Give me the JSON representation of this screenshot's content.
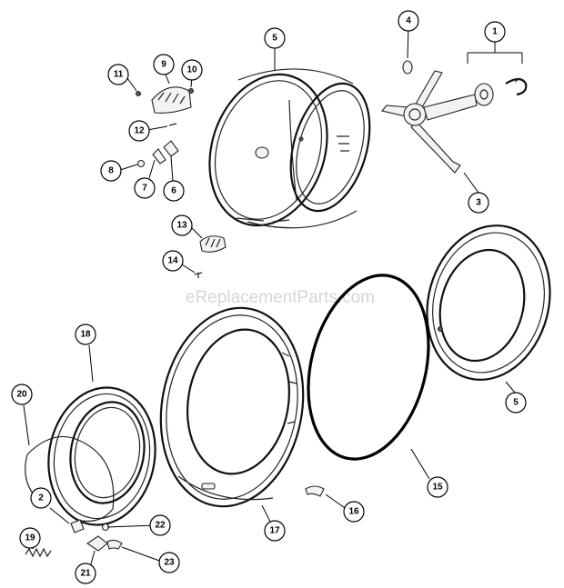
{
  "watermark": "eReplacementParts.com",
  "callouts": [
    {
      "id": "c1",
      "label": "1"
    },
    {
      "id": "c2",
      "label": "2"
    },
    {
      "id": "c3",
      "label": "3"
    },
    {
      "id": "c4",
      "label": "4"
    },
    {
      "id": "c5a",
      "label": "5"
    },
    {
      "id": "c5b",
      "label": "5"
    },
    {
      "id": "c6",
      "label": "6"
    },
    {
      "id": "c7",
      "label": "7"
    },
    {
      "id": "c8",
      "label": "8"
    },
    {
      "id": "c9",
      "label": "9"
    },
    {
      "id": "c10",
      "label": "10"
    },
    {
      "id": "c11",
      "label": "11"
    },
    {
      "id": "c12",
      "label": "12"
    },
    {
      "id": "c13",
      "label": "13"
    },
    {
      "id": "c14",
      "label": "14"
    },
    {
      "id": "c15",
      "label": "15"
    },
    {
      "id": "c16",
      "label": "16"
    },
    {
      "id": "c17",
      "label": "17"
    },
    {
      "id": "c18",
      "label": "18"
    },
    {
      "id": "c19",
      "label": "19"
    },
    {
      "id": "c20",
      "label": "20"
    },
    {
      "id": "c21",
      "label": "21"
    },
    {
      "id": "c22",
      "label": "22"
    },
    {
      "id": "c23",
      "label": "23"
    }
  ]
}
